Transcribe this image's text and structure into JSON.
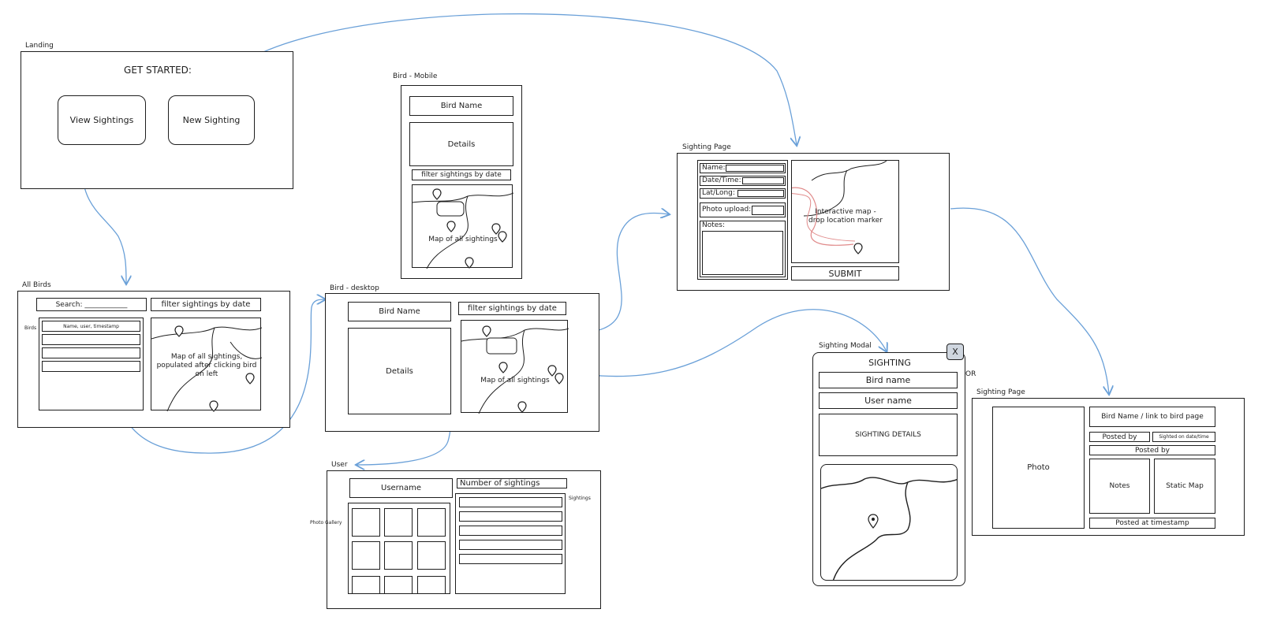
{
  "landing": {
    "caption": "Landing",
    "heading": "GET STARTED:",
    "view_sightings": "View Sightings",
    "new_sighting": "New Sighting"
  },
  "all_birds": {
    "caption": "All Birds",
    "search": "Search: ____________",
    "filter": "filter sightings by date",
    "list_label": "Birds",
    "row1": "Name, user, timestamp",
    "map_text": "Map of all sightings, populated after clicking bird on left"
  },
  "bird_mobile": {
    "caption": "Bird - Mobile",
    "bird_name": "Bird Name",
    "details": "Details",
    "filter": "filter sightings by date",
    "map_text": "Map of all sightings"
  },
  "bird_desktop": {
    "caption": "Bird - desktop",
    "bird_name": "Bird Name",
    "details": "Details",
    "filter": "filter sightings by date",
    "map_text": "Map of all sightings"
  },
  "sighting_form": {
    "caption": "Sighting Page",
    "name": "Name:",
    "datetime": "Date/Time:",
    "latlong": "Lat/Long:",
    "photo": "Photo upload:",
    "notes": "Notes:",
    "map_text": "Interactive map - drop location marker",
    "submit": "SUBMIT"
  },
  "user_page": {
    "caption": "User",
    "username": "Username",
    "num_sightings": "Number of sightings",
    "sightings_label": "Sightings",
    "gallery_label": "Photo Gallery"
  },
  "sighting_modal": {
    "caption": "Sighting Modal",
    "close": "X",
    "title": "SIGHTING",
    "bird_name": "Bird name",
    "user_name": "User name",
    "details": "SIGHTING DETAILS",
    "or": "OR"
  },
  "sighting_view": {
    "caption": "Sighting Page",
    "photo": "Photo",
    "bird_link": "Bird Name / link to bird page",
    "posted_by": "Posted by",
    "sighted_on": "Sighted on date/time",
    "posted_by2": "Posted by",
    "notes": "Notes",
    "static_map": "Static Map",
    "posted_at": "Posted at timestamp"
  },
  "colors": {
    "stroke": "#1e1e1e",
    "arrow": "#6aa0d8",
    "marker": "#e08a8a"
  }
}
